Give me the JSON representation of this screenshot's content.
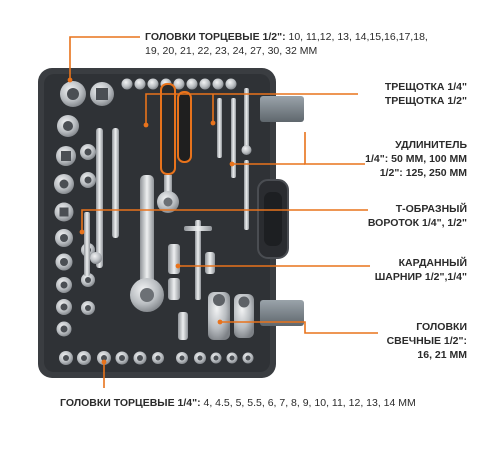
{
  "labels": {
    "sockets_half": {
      "title": "ГОЛОВКИ ТОРЦЕВЫЕ 1/2\":",
      "sizes_line1": " 10, 11,12, 13, 14,15,16,17,18,",
      "sizes_line2": "19, 20, 21, 22, 23, 24, 27, 30, 32 ММ"
    },
    "ratchet": {
      "line1": "ТРЕЩОТКА 1/4\"",
      "line2": "ТРЕЩОТКА 1/2\""
    },
    "extension": {
      "title": "УДЛИНИТЕЛЬ",
      "line1": "1/4\": 50 ММ, 100 ММ",
      "line2": "1/2\": 125, 250 ММ"
    },
    "t_bar": {
      "line1": "Т-ОБРАЗНЫЙ",
      "line2": "ВОРОТОК 1/4\", 1/2\""
    },
    "universal_joint": {
      "line1": "КАРДАННЫЙ",
      "line2": "ШАРНИР 1/2\",1/4\""
    },
    "spark_plug": {
      "line1": "ГОЛОВКИ",
      "line2": "СВЕЧНЫЕ 1/2\":",
      "line3": "16, 21 ММ"
    },
    "sockets_quarter": {
      "title": "ГОЛОВКИ ТОРЦЕВЫЕ 1/4\":",
      "sizes": " 4, 4.5, 5, 5.5, 6, 7, 8, 9, 10, 11, 12, 13, 14 ММ"
    }
  },
  "colors": {
    "accent": "#e8731c",
    "case": "#3a3d41",
    "case_dark": "#26282b",
    "metal": "#c9ccd0",
    "text": "#2b2b2b"
  }
}
